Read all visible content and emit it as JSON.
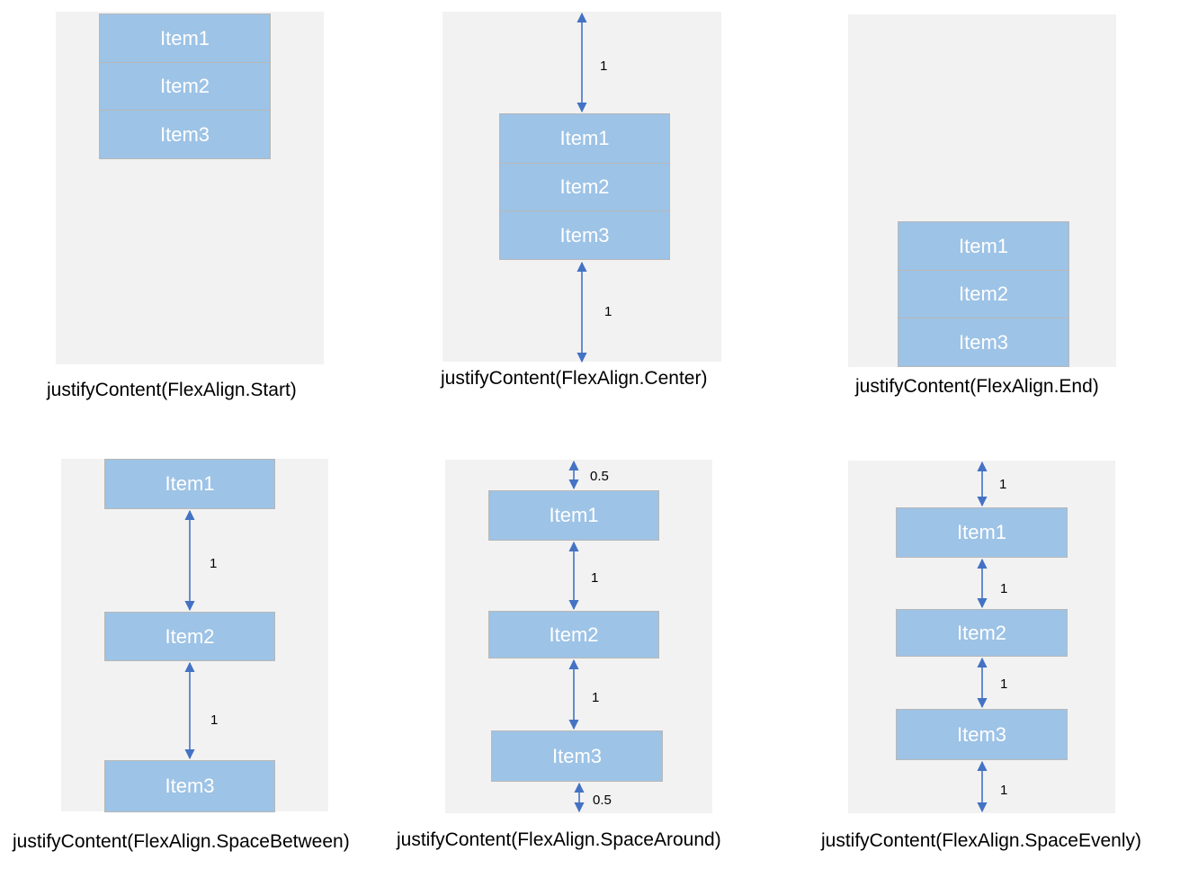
{
  "colors": {
    "panel": "#f2f2f2",
    "item_fill": "#9dc3e6",
    "item_border": "#b8b8b8",
    "item_text": "#ffffff",
    "arrow": "#4472c4"
  },
  "item_labels": [
    "Item1",
    "Item2",
    "Item3"
  ],
  "diagrams": [
    {
      "caption": "justifyContent(FlexAlign.Start)",
      "gaps": []
    },
    {
      "caption": "justifyContent(FlexAlign.Center)",
      "gaps": [
        "1",
        "1"
      ]
    },
    {
      "caption": "justifyContent(FlexAlign.End)",
      "gaps": []
    },
    {
      "caption": "justifyContent(FlexAlign.SpaceBetween)",
      "gaps": [
        "1",
        "1"
      ]
    },
    {
      "caption": "justifyContent(FlexAlign.SpaceAround)",
      "gaps": [
        "0.5",
        "1",
        "1",
        "0.5"
      ]
    },
    {
      "caption": "justifyContent(FlexAlign.SpaceEvenly)",
      "gaps": [
        "1",
        "1",
        "1",
        "1"
      ]
    }
  ]
}
